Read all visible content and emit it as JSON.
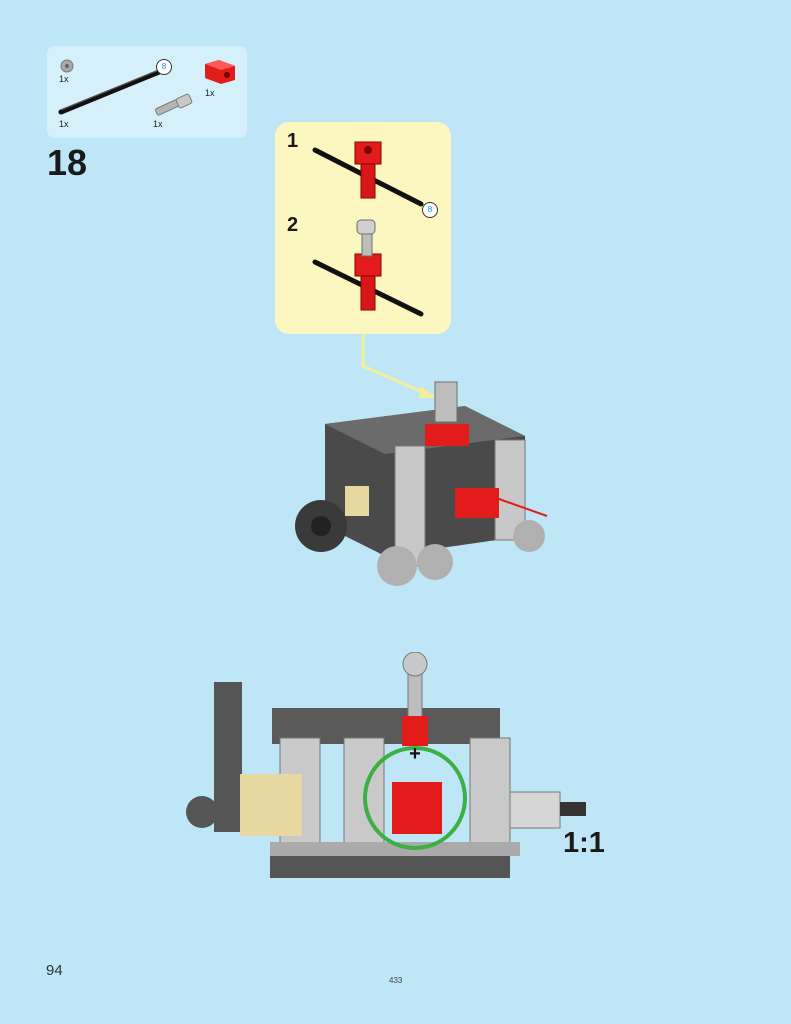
{
  "parts_list": [
    {
      "icon": "gray-bush-icon",
      "qty": "1x"
    },
    {
      "icon": "black-axle-icon",
      "qty": "1x",
      "length": "8"
    },
    {
      "icon": "gray-axle-pin-icon",
      "qty": "1x"
    },
    {
      "icon": "red-connector-block-icon",
      "qty": "1x"
    }
  ],
  "step_number": "18",
  "substeps": [
    {
      "number": "1"
    },
    {
      "number": "2"
    }
  ],
  "substep_axle_length": "8",
  "scale": "1:1",
  "page_number": "94",
  "print_code": "433",
  "colors": {
    "background": "#bfe6f6",
    "parts_panel": "#d6f0fb",
    "substep_panel": "#fcf6c0",
    "highlight_circle": "#3cb043",
    "accent_red": "#e21b1b"
  }
}
